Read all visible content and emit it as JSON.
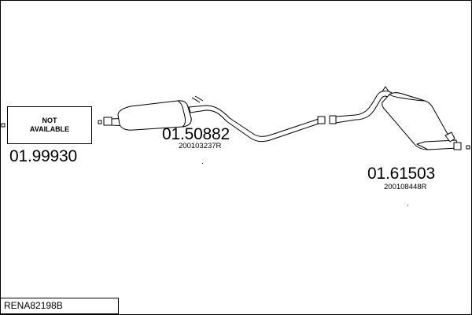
{
  "parts": [
    {
      "id": "front",
      "status_text": "NOT\nAVAILABLE",
      "part_number": "01.99930"
    },
    {
      "id": "middle",
      "part_number": "01.50882",
      "oem_number": "200103237R"
    },
    {
      "id": "rear",
      "part_number": "01.61503",
      "oem_number": "200108448R"
    }
  ],
  "footer": {
    "code": "RENA82198B"
  }
}
